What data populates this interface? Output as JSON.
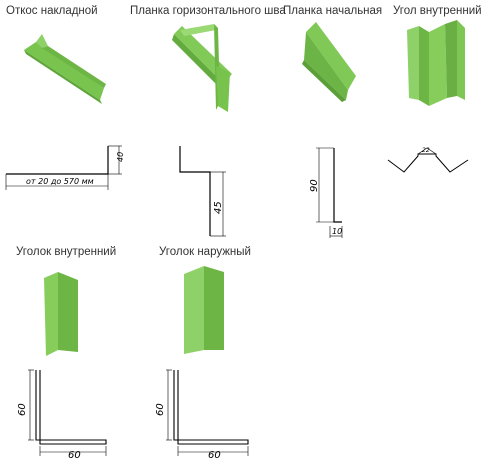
{
  "products": [
    {
      "title": "Откос накладной"
    },
    {
      "title": "Планка горизонтального шва"
    },
    {
      "title": "Планка начальная"
    },
    {
      "title": "Угол внутренний"
    },
    {
      "title": "Уголок внутренний"
    },
    {
      "title": "Уголок наружный"
    }
  ],
  "dimensions": {
    "otkos": {
      "height": "40",
      "width": "от 20 до 570 мм"
    },
    "planka_gor": {
      "height": "45"
    },
    "planka_nach": {
      "height": "90",
      "base": "10"
    },
    "ugol_vnutr": {
      "width": "22"
    },
    "ugolok_vnutr": {
      "height": "60",
      "width": "60"
    },
    "ugolok_naruzh": {
      "height": "60",
      "width": "60"
    }
  },
  "colors": {
    "green_light": "#8fd169",
    "green_mid": "#78c24e",
    "green_dark": "#5ea63a",
    "line": "#000000"
  }
}
